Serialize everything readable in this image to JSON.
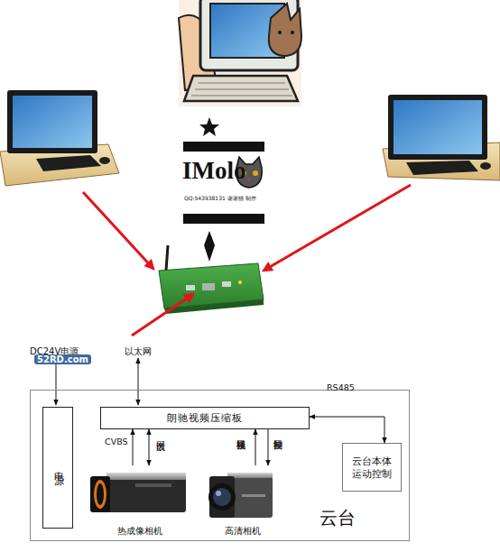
{
  "diagram": {
    "nodes": [
      {
        "text": [
          "云台"
        ]
      },
      {
        "text": [
          "电源"
        ],
        "in": 0
      },
      {
        "text": [
          "朗驰视频压缩板"
        ],
        "in": 0
      },
      {
        "text": [
          "热成像相机"
        ],
        "in": 0
      },
      {
        "text": [
          "高清相机"
        ],
        "in": 0
      },
      {
        "text": [
          "云台本体运动控制"
        ],
        "in": 0
      }
    ],
    "edges": [
      {
        "from": 3,
        "to": 2,
        "arrow": "to",
        "label": "CVBS"
      },
      {
        "from": 2,
        "to": 3,
        "arrow": "both",
        "label": "以太网"
      },
      {
        "from": 4,
        "to": 2,
        "arrow": "to",
        "label": "视频接口"
      },
      {
        "from": 2,
        "to": 4,
        "arrow": "to",
        "label": "控制接口"
      },
      {
        "from": 2,
        "to": 5,
        "arrow": "both",
        "label": "RS485"
      }
    ],
    "labels": [
      "IMolo",
      "QQ:543938131 谢谢猫 制作",
      "DC24V电源",
      "52RD.com",
      "以太网"
    ]
  }
}
